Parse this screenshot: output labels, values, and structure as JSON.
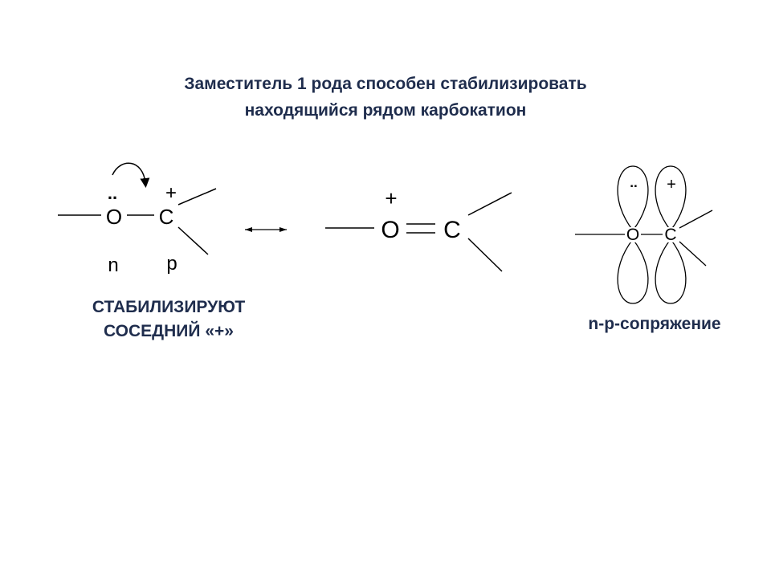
{
  "title": {
    "line1": "Заместитель 1 рода способен стабилизировать",
    "line2": "находящийся рядом карбокатион"
  },
  "structure_left": {
    "lone_pair": "..",
    "charge": "+",
    "atom_o": "O",
    "atom_c": "C",
    "label_n": "n",
    "label_p": "p"
  },
  "structure_middle": {
    "charge": "+",
    "atom_o": "O",
    "atom_c": "C"
  },
  "structure_right": {
    "lone_pair": "..",
    "charge": "+",
    "atom_o": "O",
    "atom_c": "C"
  },
  "captions": {
    "left_line1": "СТАБИЛИЗИРУЮТ",
    "left_line2": "СОСЕДНИЙ «+»",
    "right": "n-p-сопряжение"
  },
  "colors": {
    "text_heading": "#1f2d4d",
    "structure": "#000000"
  }
}
